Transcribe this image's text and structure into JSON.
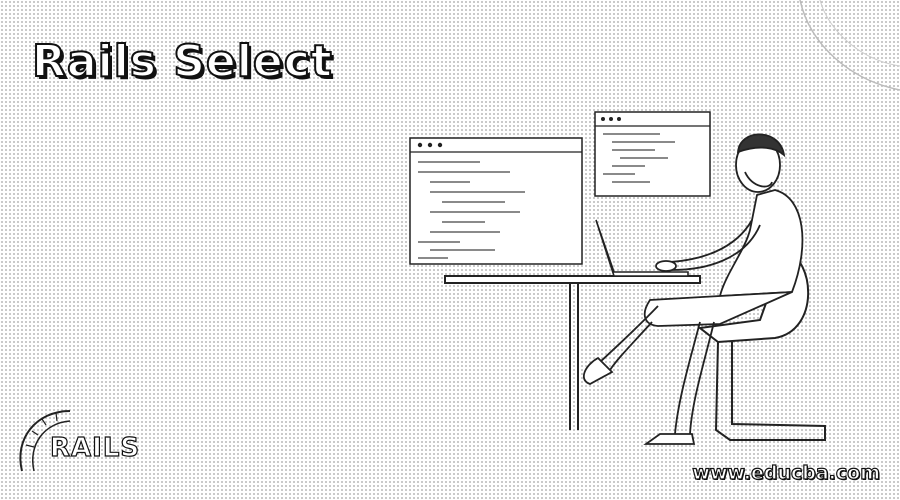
{
  "header": {
    "title": "Rails Select"
  },
  "logo": {
    "text": "RAILS",
    "name": "rails-logo"
  },
  "footer": {
    "url": "www.educba.com"
  },
  "illustration": {
    "name": "developer-at-desk-illustration"
  },
  "colors": {
    "ink": "#111111",
    "paper": "#ffffff",
    "dots": "#9a9a9a"
  }
}
